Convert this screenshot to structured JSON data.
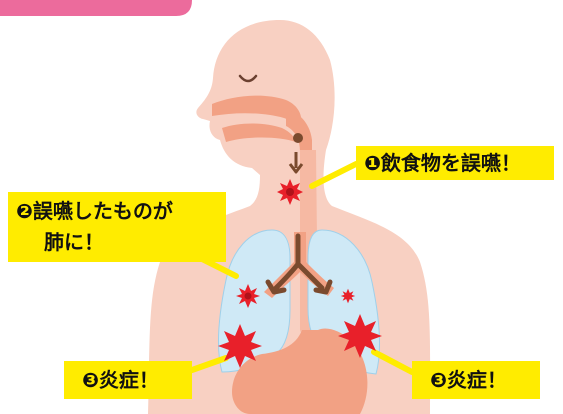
{
  "colors": {
    "body": "#f8d0c2",
    "throat": "#f2a184",
    "lungs": "#cfe9f6",
    "lungs_outline": "#9fd0ea",
    "germ": "#e8202a",
    "arrow": "#7a4a2e",
    "callout_bg": "#ffec00",
    "tab": "#ec6b9c"
  },
  "labels": {
    "aspiration": "❶飲食物を誤嚥！",
    "to_lungs_line1": "❷誤嚥したものが",
    "to_lungs_line2": "肺に！",
    "inflammation_left": "❸炎症！",
    "inflammation_right": "❸炎症！"
  },
  "icons": {
    "germ": "virus-icon",
    "arrow": "down-arrow-icon"
  }
}
